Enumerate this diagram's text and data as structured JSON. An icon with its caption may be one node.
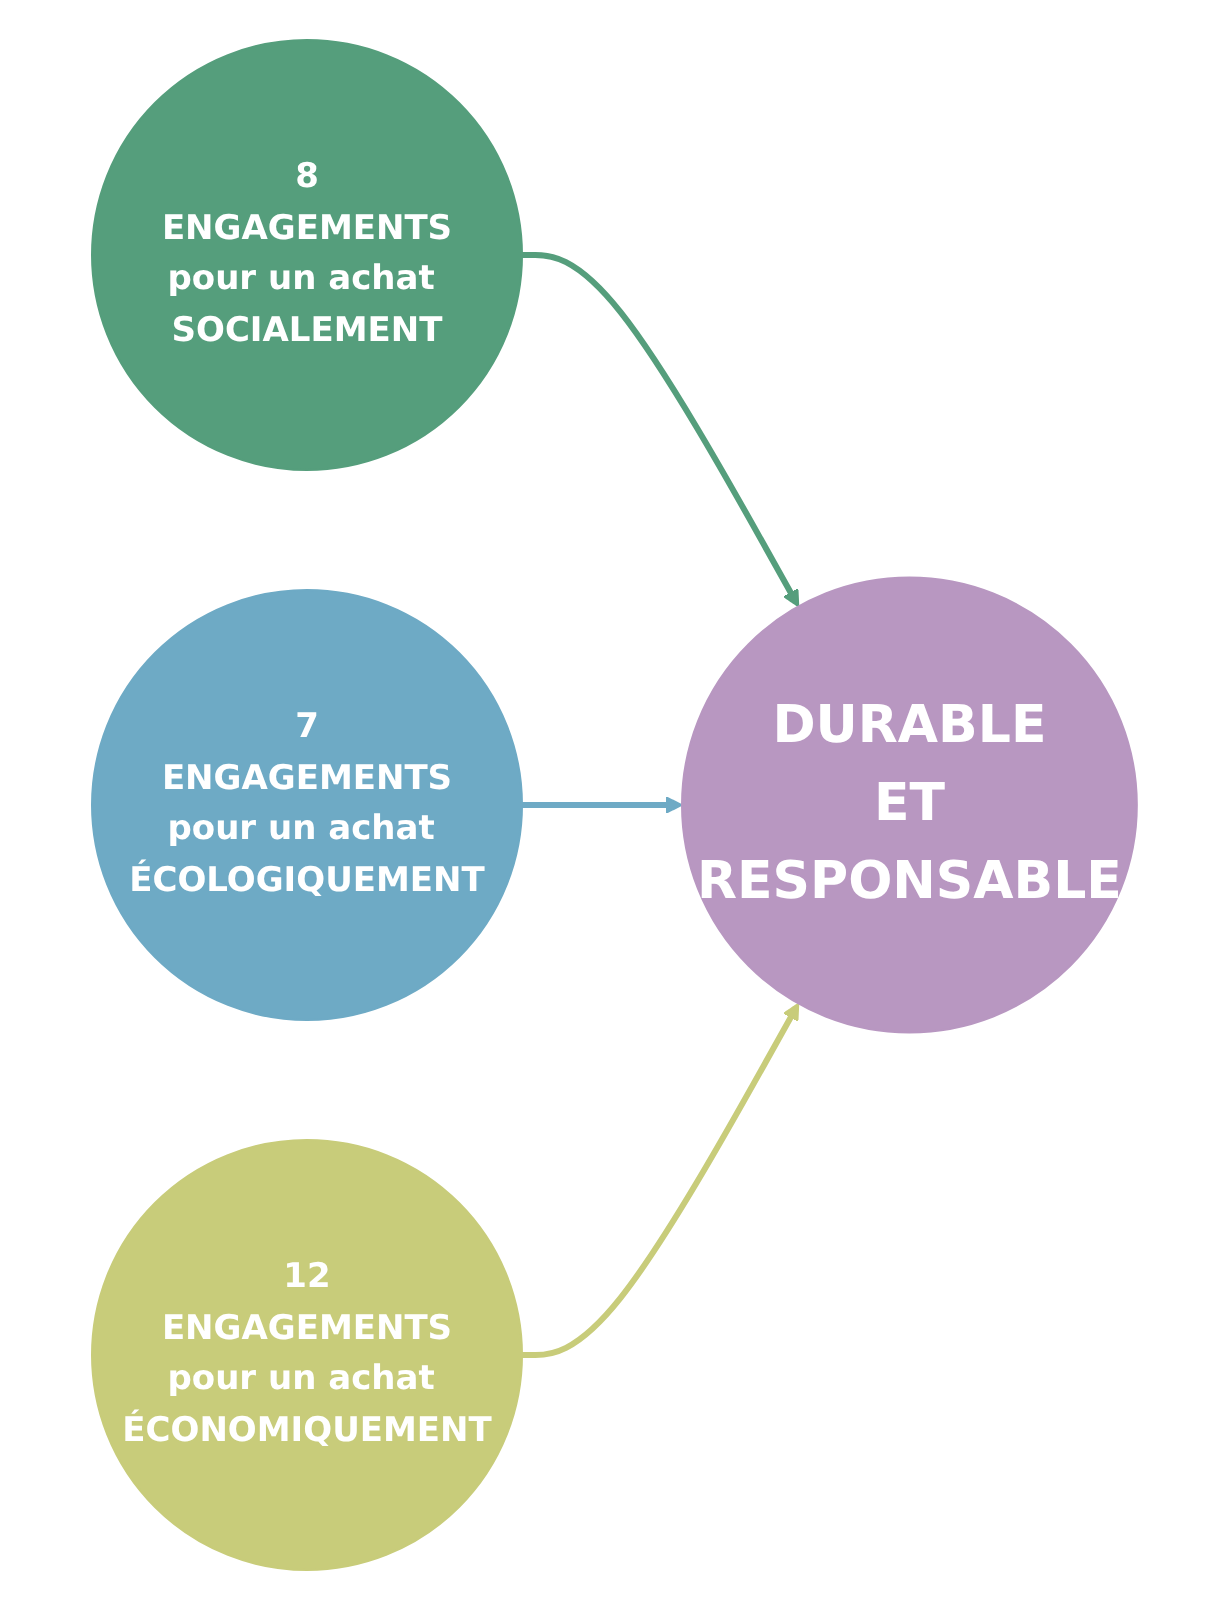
{
  "diagram": {
    "nodes": [
      {
        "text": [
          "8",
          "ENGAGEMENTS",
          "pour un achat SOCIALEMENT"
        ]
      },
      {
        "text": [
          "7",
          "ENGAGEMENTS",
          "pour un achat ÉCOLOGIQUEMENT"
        ]
      },
      {
        "text": [
          "12",
          "ENGAGEMENTS",
          "pour un achat ÉCONOMIQUEMENT"
        ]
      },
      {
        "text": [
          "DURABLE",
          "ET",
          "RESPONSABLE"
        ]
      }
    ],
    "edges": [
      {
        "from": 0,
        "to": 3,
        "arrow": "to",
        "color": "#559e7c"
      },
      {
        "from": 1,
        "to": 3,
        "arrow": "to",
        "color": "#6eaac5"
      },
      {
        "from": 2,
        "to": 3,
        "arrow": "to",
        "color": "#c8cc7a"
      }
    ]
  }
}
